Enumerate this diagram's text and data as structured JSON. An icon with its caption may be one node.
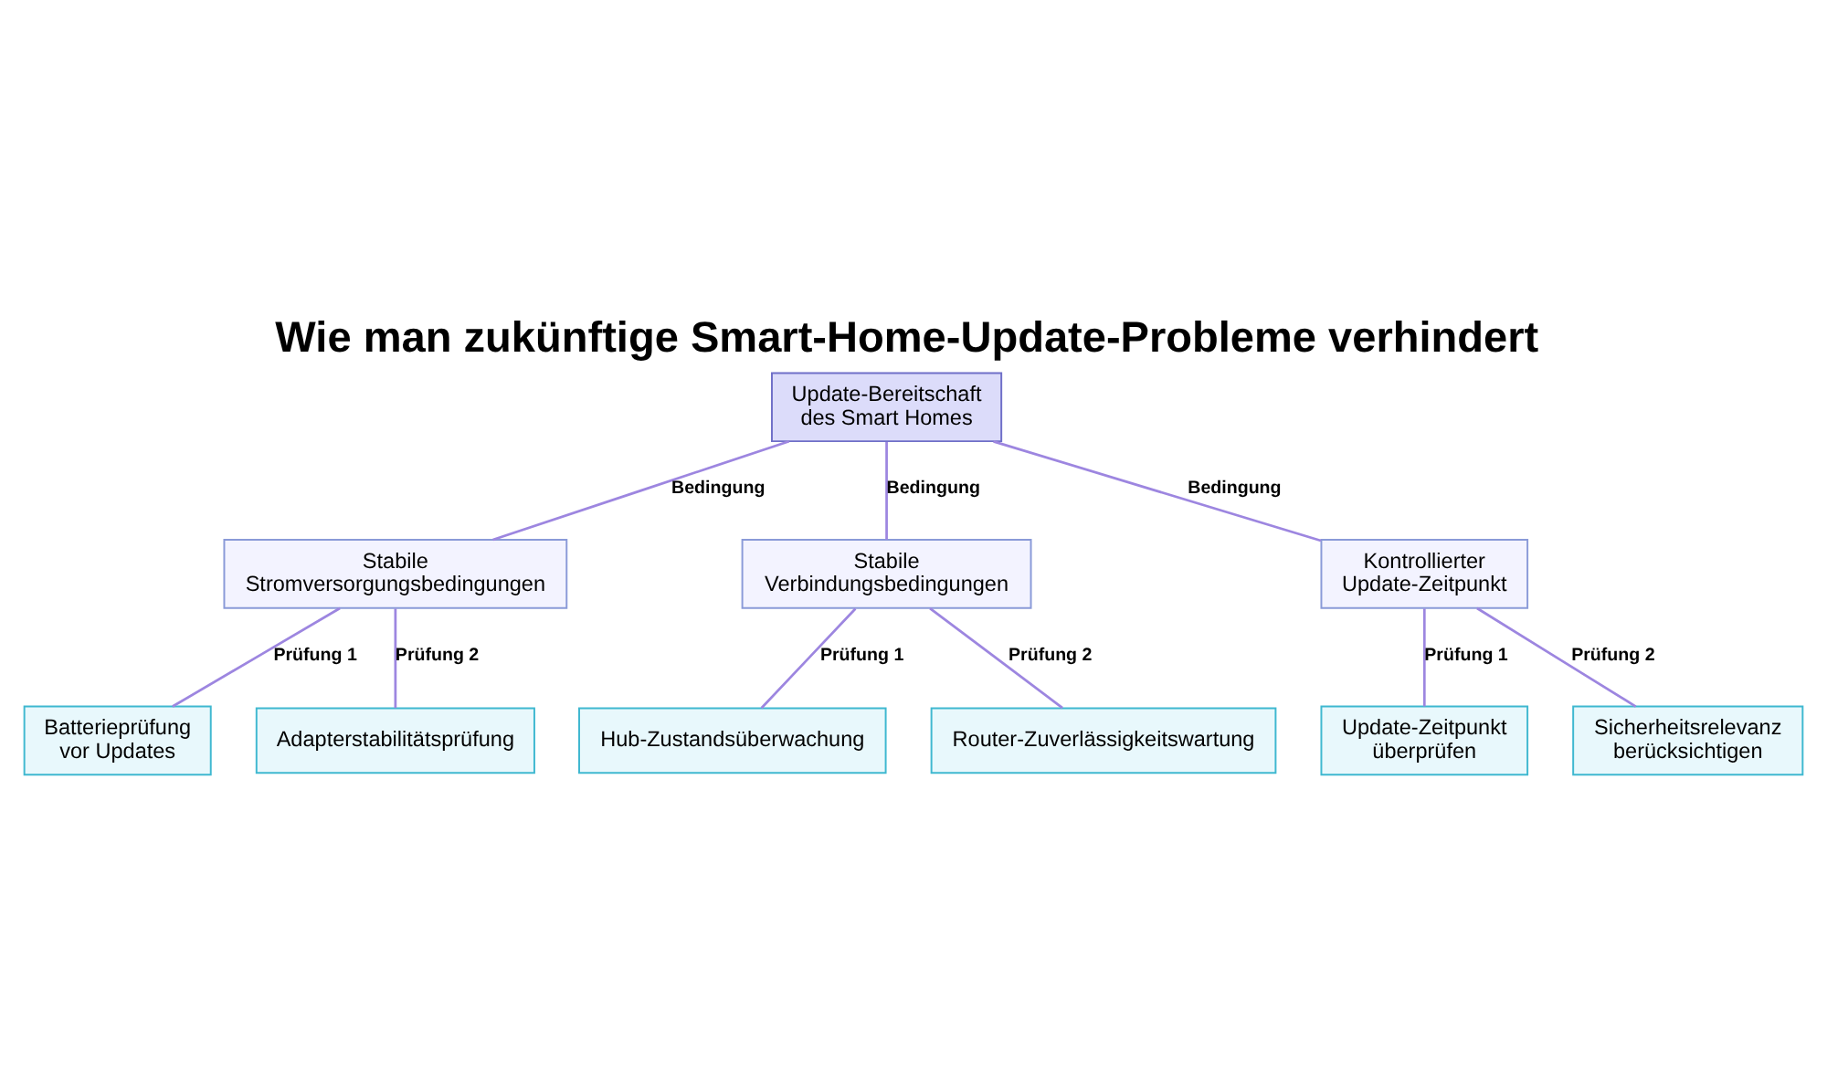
{
  "diagram": {
    "title": "Wie man zukünftige Smart-Home-Update-Probleme verhindert",
    "nodes": [
      {
        "text": [
          "Update-Bereitschaft des Smart Homes"
        ]
      },
      {
        "text": [
          "Stabile Stromversorgungsbedingungen"
        ]
      },
      {
        "text": [
          "Stabile Verbindungsbedingungen"
        ]
      },
      {
        "text": [
          "Kontrollierter Update-Zeitpunkt"
        ]
      },
      {
        "text": [
          "Batterieprüfung vor Updates"
        ]
      },
      {
        "text": [
          "Adapterstabilitätsprüfung"
        ]
      },
      {
        "text": [
          "Hub-Zustandsüberwachung"
        ]
      },
      {
        "text": [
          "Router-Zuverlässigkeitswartung"
        ]
      },
      {
        "text": [
          "Update-Zeitpunkt überprüfen"
        ]
      },
      {
        "text": [
          "Sicherheitsrelevanz berücksichtigen"
        ]
      }
    ],
    "edges": [
      {
        "from": 0,
        "to": 1,
        "arrow": "none",
        "label": "Bedingung"
      },
      {
        "from": 0,
        "to": 2,
        "arrow": "none",
        "label": "Bedingung"
      },
      {
        "from": 0,
        "to": 3,
        "arrow": "none",
        "label": "Bedingung"
      },
      {
        "from": 1,
        "to": 4,
        "arrow": "none",
        "label": "Prüfung 1"
      },
      {
        "from": 1,
        "to": 5,
        "arrow": "none",
        "label": "Prüfung 2"
      },
      {
        "from": 2,
        "to": 6,
        "arrow": "none",
        "label": "Prüfung 1"
      },
      {
        "from": 2,
        "to": 7,
        "arrow": "none",
        "label": "Prüfung 2"
      },
      {
        "from": 3,
        "to": 8,
        "arrow": "none",
        "label": "Prüfung 1"
      },
      {
        "from": 3,
        "to": 9,
        "arrow": "none",
        "label": "Prüfung 2"
      }
    ]
  }
}
